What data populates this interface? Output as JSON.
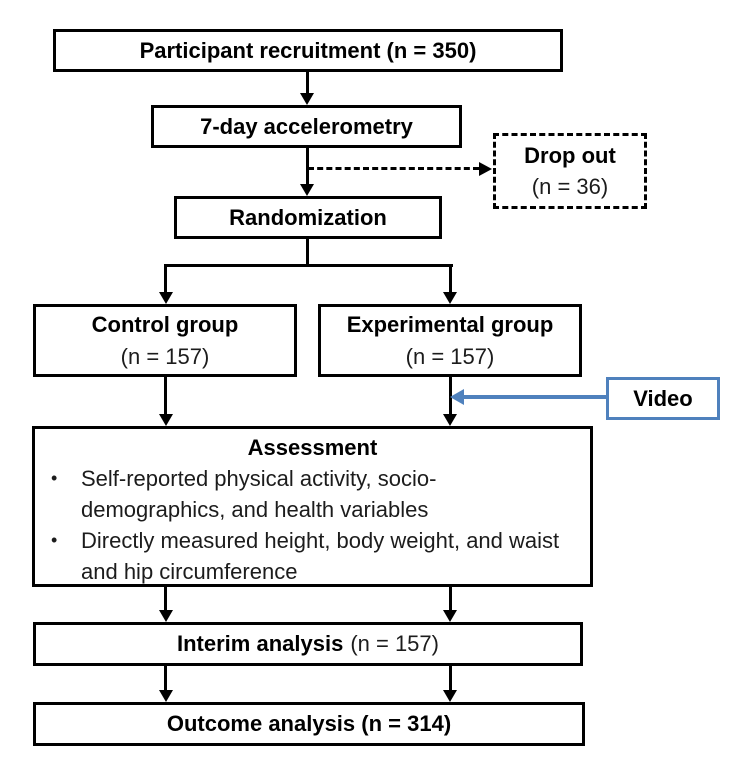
{
  "flowchart": {
    "nodes": {
      "recruitment": {
        "label": "Participant recruitment (n = 350)"
      },
      "accelerometry": {
        "label": "7-day accelerometry"
      },
      "dropout": {
        "title": "Drop out",
        "count": "(n = 36)"
      },
      "randomization": {
        "label": "Randomization"
      },
      "control_group": {
        "title": "Control group",
        "count": "(n = 157)"
      },
      "experimental_group": {
        "title": "Experimental group",
        "count": "(n = 157)"
      },
      "video": {
        "label": "Video"
      },
      "assessment": {
        "title": "Assessment",
        "bullet_marker": "•",
        "bullets": [
          "Self-reported physical activity, socio-demographics, and health variables",
          "Directly measured height, body weight, and waist and hip circumference"
        ]
      },
      "interim_analysis": {
        "title": "Interim analysis",
        "count": "(n = 157)"
      },
      "outcome_analysis": {
        "label": "Outcome analysis (n = 314)"
      }
    },
    "colors": {
      "line": "#000000",
      "box_border": "#000000",
      "video_accent": "#4f81bd",
      "background": "#ffffff",
      "text": "#000000"
    }
  }
}
